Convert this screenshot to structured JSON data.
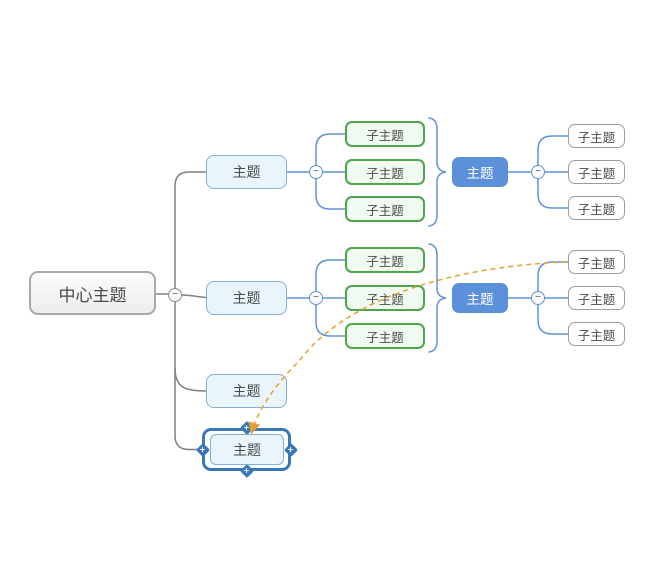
{
  "app": {
    "type": "mindmap-editor",
    "background": "#ffffff"
  },
  "icons": {
    "collapse_minus": "−",
    "handle_plus": "+"
  },
  "colors": {
    "central_border": "#A9A9A9",
    "topic_fill": "#EAF4FB",
    "topic_border": "#84AFD6",
    "subtopic_green_border": "#4CA64C",
    "subtopic_green_fill": "#F0FAF0",
    "summary_topic_fill": "#5B90DA",
    "subtopic_white_border": "#9C9C9C",
    "branch_line_gray": "#808080",
    "branch_line_blue": "#5E94D4",
    "selection_blue": "#3878B8",
    "relationship_orange": "#E2A63D"
  },
  "mindmap": {
    "central_topic": {
      "label": "中心主题"
    },
    "branches": [
      {
        "topic": "主题",
        "subtopics": [
          "子主题",
          "子主题",
          "子主题"
        ],
        "summary": {
          "topic": "主题",
          "subtopics": [
            "子主题",
            "子主题",
            "子主题"
          ]
        }
      },
      {
        "topic": "主题",
        "subtopics": [
          "子主题",
          "子主题",
          "子主题"
        ],
        "summary": {
          "topic": "主题",
          "subtopics": [
            "子主题",
            "子主题",
            "子主题"
          ]
        }
      },
      {
        "topic": "主题"
      },
      {
        "topic": "主题",
        "selected": true
      }
    ],
    "relationship": {
      "style": "dashed",
      "color": "#E2A63D",
      "from": "branch-4-topic",
      "to": "branch-2-summary-subtopic-1"
    }
  }
}
